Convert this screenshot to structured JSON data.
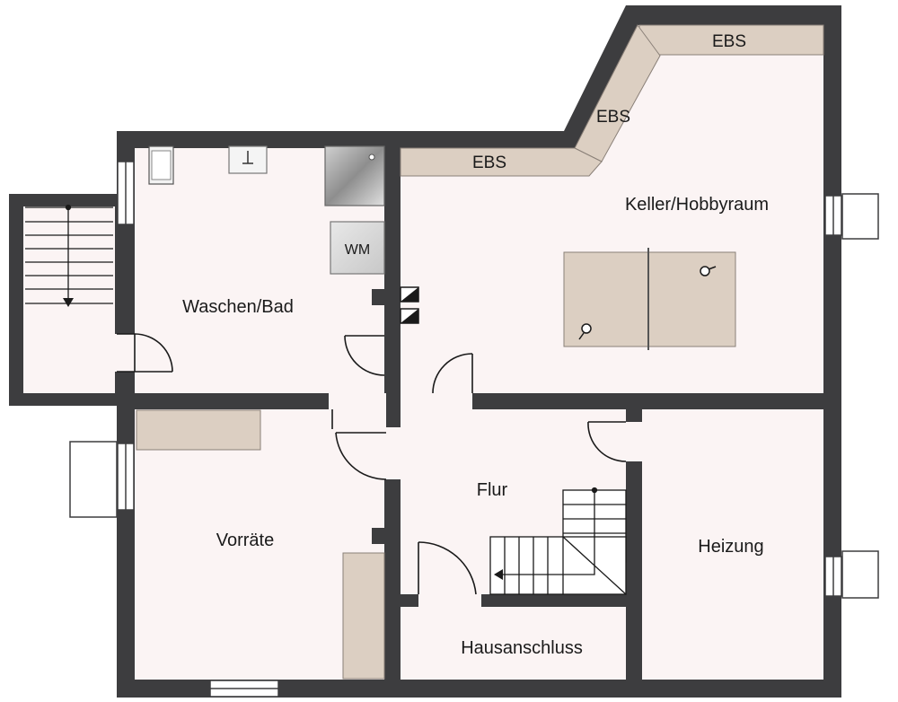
{
  "colors": {
    "wall": "#3d3d3f",
    "floor": "#fbf4f4",
    "furniture": "#dccfc2",
    "line": "#1a1a1a",
    "window": "#ffffff"
  },
  "rooms": {
    "keller": "Keller/Hobbyraum",
    "waschen": "Waschen/Bad",
    "flur": "Flur",
    "vorraete": "Vorräte",
    "heizung": "Heizung",
    "hausanschluss": "Hausanschluss"
  },
  "fixtures": {
    "washing_machine": "WM",
    "ebs": "EBS"
  }
}
